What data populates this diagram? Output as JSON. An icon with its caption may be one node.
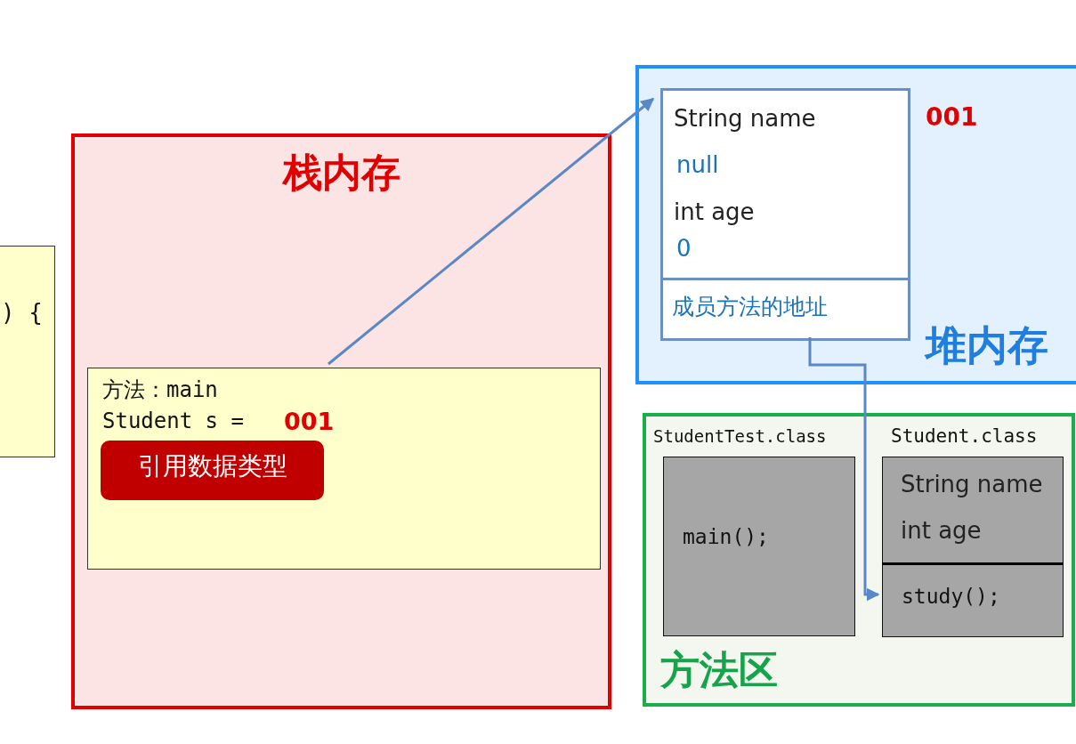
{
  "diagram": {
    "nodes": [
      {
        "text": [
          "栈内存"
        ]
      },
      {
        "text": [
          "方法：main",
          "Student s =",
          "001"
        ],
        "in": 0
      },
      {
        "text": [
          "引用数据类型"
        ],
        "in": 1
      },
      {
        "text": [
          ") {"
        ]
      },
      {
        "text": [
          "堆内存"
        ]
      },
      {
        "text": [
          "String name",
          "null",
          "int age",
          "0"
        ],
        "beside": [
          "001"
        ],
        "in": 4
      },
      {
        "text": [
          "成员方法的地址"
        ],
        "in": 4
      },
      {
        "text": [
          "方法区"
        ]
      },
      {
        "text": [
          "StudentTest.class",
          "main();"
        ],
        "in": 7
      },
      {
        "text": [
          "Student.class",
          "String name",
          "int age"
        ],
        "in": 7
      },
      {
        "text": [
          "study();"
        ],
        "in": 7
      }
    ],
    "edges": [
      {
        "from": 1,
        "to": 5,
        "arrow": "to"
      },
      {
        "from": 6,
        "to": 10,
        "arrow": "to"
      }
    ]
  }
}
